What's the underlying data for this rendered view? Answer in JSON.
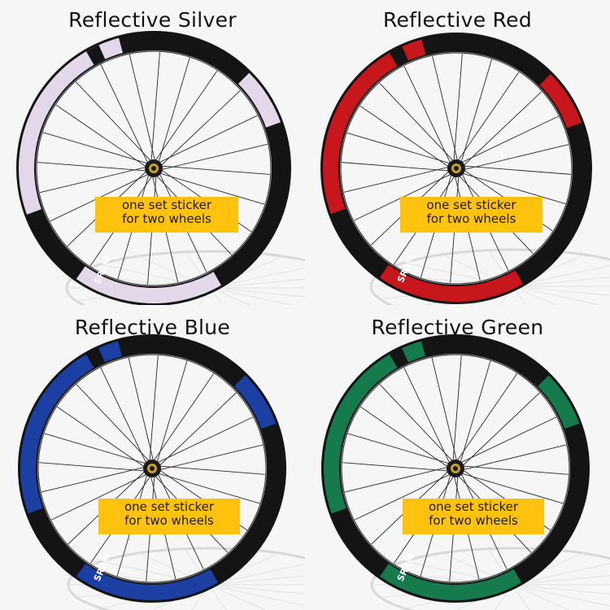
{
  "panels": [
    {
      "title": "Reflective Silver",
      "sticker_note_line1": "one set sticker",
      "sticker_note_line2": "for two wheels",
      "accent_color": "#e2d8ea",
      "logo_text": "SRAM"
    },
    {
      "title": "Reflective Red",
      "sticker_note_line1": "one set sticker",
      "sticker_note_line2": "for two wheels",
      "accent_color": "#c8161d",
      "logo_text": "SRAM"
    },
    {
      "title": "Reflective Blue",
      "sticker_note_line1": "one set sticker",
      "sticker_note_line2": "for two wheels",
      "accent_color": "#1b3fa3",
      "logo_text": "SRAM"
    },
    {
      "title": "Reflective Green",
      "sticker_note_line1": "one set sticker",
      "sticker_note_line2": "for two wheels",
      "accent_color": "#157a4c",
      "logo_text": "SRAM"
    }
  ]
}
